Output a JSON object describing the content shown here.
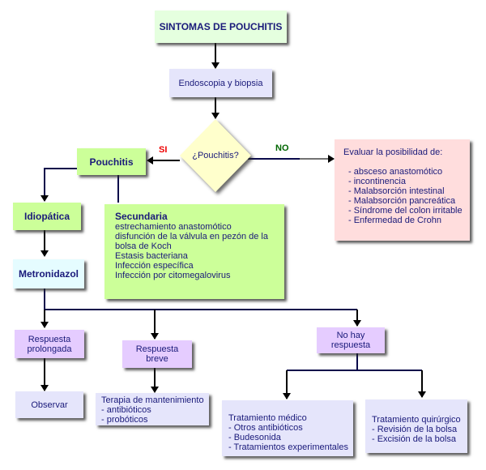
{
  "title": "SINTOMAS DE POUCHITIS",
  "endoscopy": "Endoscopia y biopsia",
  "decision": "¿Pouchitis?",
  "yes_label": "SI",
  "no_label": "NO",
  "pouchitis": "Pouchitis",
  "evaluate": {
    "heading": "Evaluar la posibilidad de:",
    "items": [
      "- absceso anastomótico",
      "- incontinencia",
      "- Malabsorción intestinal",
      "- Malabsorción pancreática",
      "- Síndrome del colon irritable",
      "- Enfermedad de Crohn"
    ]
  },
  "idiopathic": "Idiopática",
  "secondary": {
    "heading": "Secundaria",
    "items": [
      "estrechamiento anastomótico",
      "disfunción de la válvula en pezón de la",
      "bolsa de Koch",
      "Estasis bacteriana",
      "Infección específica",
      "Infección por citomegalovirus"
    ]
  },
  "metronidazole": "Metronidazol",
  "prolonged": [
    "Respuesta",
    "prolongada"
  ],
  "brief": [
    "Respuesta",
    "breve"
  ],
  "no_response": [
    "No hay",
    "respuesta"
  ],
  "observe": "Observar",
  "maintenance": {
    "heading": "Terapia de mantenimiento",
    "items": [
      "- antibióticos",
      "- probóticos"
    ]
  },
  "medical": {
    "heading": "Tratamiento médico",
    "items": [
      "- Otros antibióticos",
      "- Budesonida",
      "- Tratamientos experimentales"
    ]
  },
  "surgical": {
    "heading": "Tratamiento quirúrgico",
    "items": [
      "- Revisión de la bolsa",
      "- Excisión de la bolsa"
    ]
  },
  "colors": {
    "line": "#0a0a4a",
    "yes": "#ee0000",
    "no": "#006600",
    "text": "#1a1a7a"
  }
}
